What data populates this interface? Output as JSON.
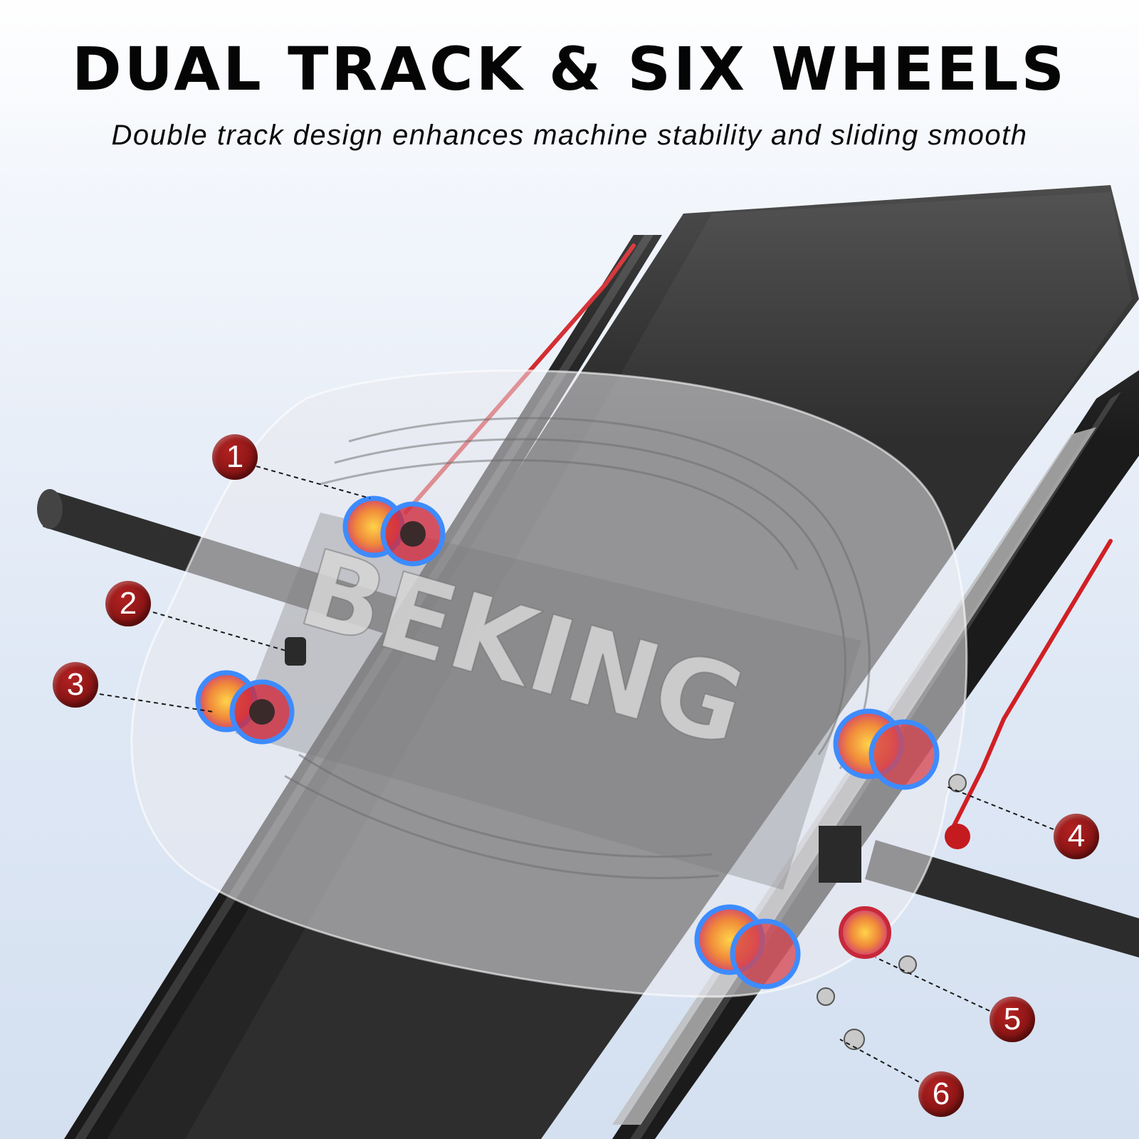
{
  "header": {
    "title": "DUAL TRACK & SIX WHEELS",
    "subtitle": "Double track design enhances machine stability and sliding smooth"
  },
  "product": {
    "brand_watermark": "BEKING"
  },
  "callouts": [
    "1",
    "2",
    "3",
    "4",
    "5",
    "6"
  ],
  "colors": {
    "callout": "#8b1414",
    "rail": "#1c1c1c",
    "cable": "#d11f24",
    "wheel_glow": "#3d8bff",
    "wheel_core": "#f2a23a"
  }
}
